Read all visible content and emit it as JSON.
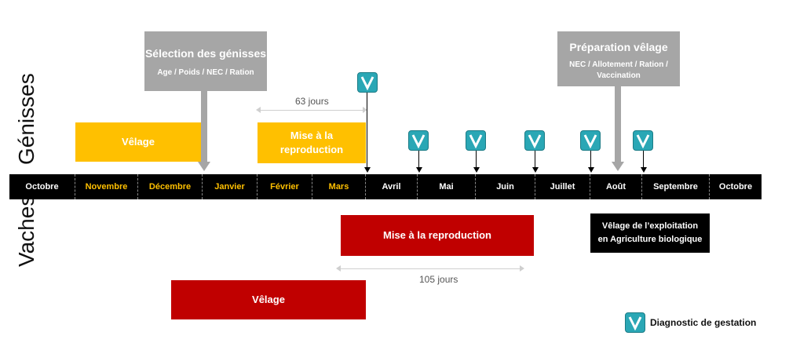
{
  "rows": {
    "top": "Génisses",
    "bottom": "Vaches"
  },
  "callouts": {
    "selection": {
      "title": "Sélection des génisses",
      "subtitle": "Age / Poids / NEC / Ration"
    },
    "preparation": {
      "title": "Préparation vêlage",
      "subtitle_line1": "NEC / Allotement / Ration /",
      "subtitle_line2": "Vaccination"
    }
  },
  "periods": {
    "genisses_velage": "Vêlage",
    "genisses_repro_line1": "Mise à la",
    "genisses_repro_line2": "reproduction",
    "vaches_repro": "Mise à la reproduction",
    "vaches_velage": "Vêlage"
  },
  "durations": {
    "genisses": "63 jours",
    "vaches": "105 jours"
  },
  "months": [
    {
      "label": "Octobre",
      "highlight": false
    },
    {
      "label": "Novembre",
      "highlight": true
    },
    {
      "label": "Décembre",
      "highlight": true
    },
    {
      "label": "Janvier",
      "highlight": true
    },
    {
      "label": "Février",
      "highlight": true
    },
    {
      "label": "Mars",
      "highlight": true
    },
    {
      "label": "Avril",
      "highlight": false
    },
    {
      "label": "Mai",
      "highlight": false
    },
    {
      "label": "Juin",
      "highlight": false
    },
    {
      "label": "Juillet",
      "highlight": false
    },
    {
      "label": "Août",
      "highlight": false
    },
    {
      "label": "Septembre",
      "highlight": false
    },
    {
      "label": "Octobre",
      "highlight": false
    }
  ],
  "bio_box": {
    "line1": "Vêlage de l’exploitation",
    "line2": "en Agriculture biologique"
  },
  "legend": {
    "label": "Diagnostic de gestation",
    "icon": "check-v-icon"
  },
  "colors": {
    "yellow": "#ffc000",
    "red": "#c00000",
    "grey": "#a6a6a6",
    "teal": "#2aa7b5",
    "month_highlight": "#ffc000",
    "month_normal": "#ffffff"
  }
}
